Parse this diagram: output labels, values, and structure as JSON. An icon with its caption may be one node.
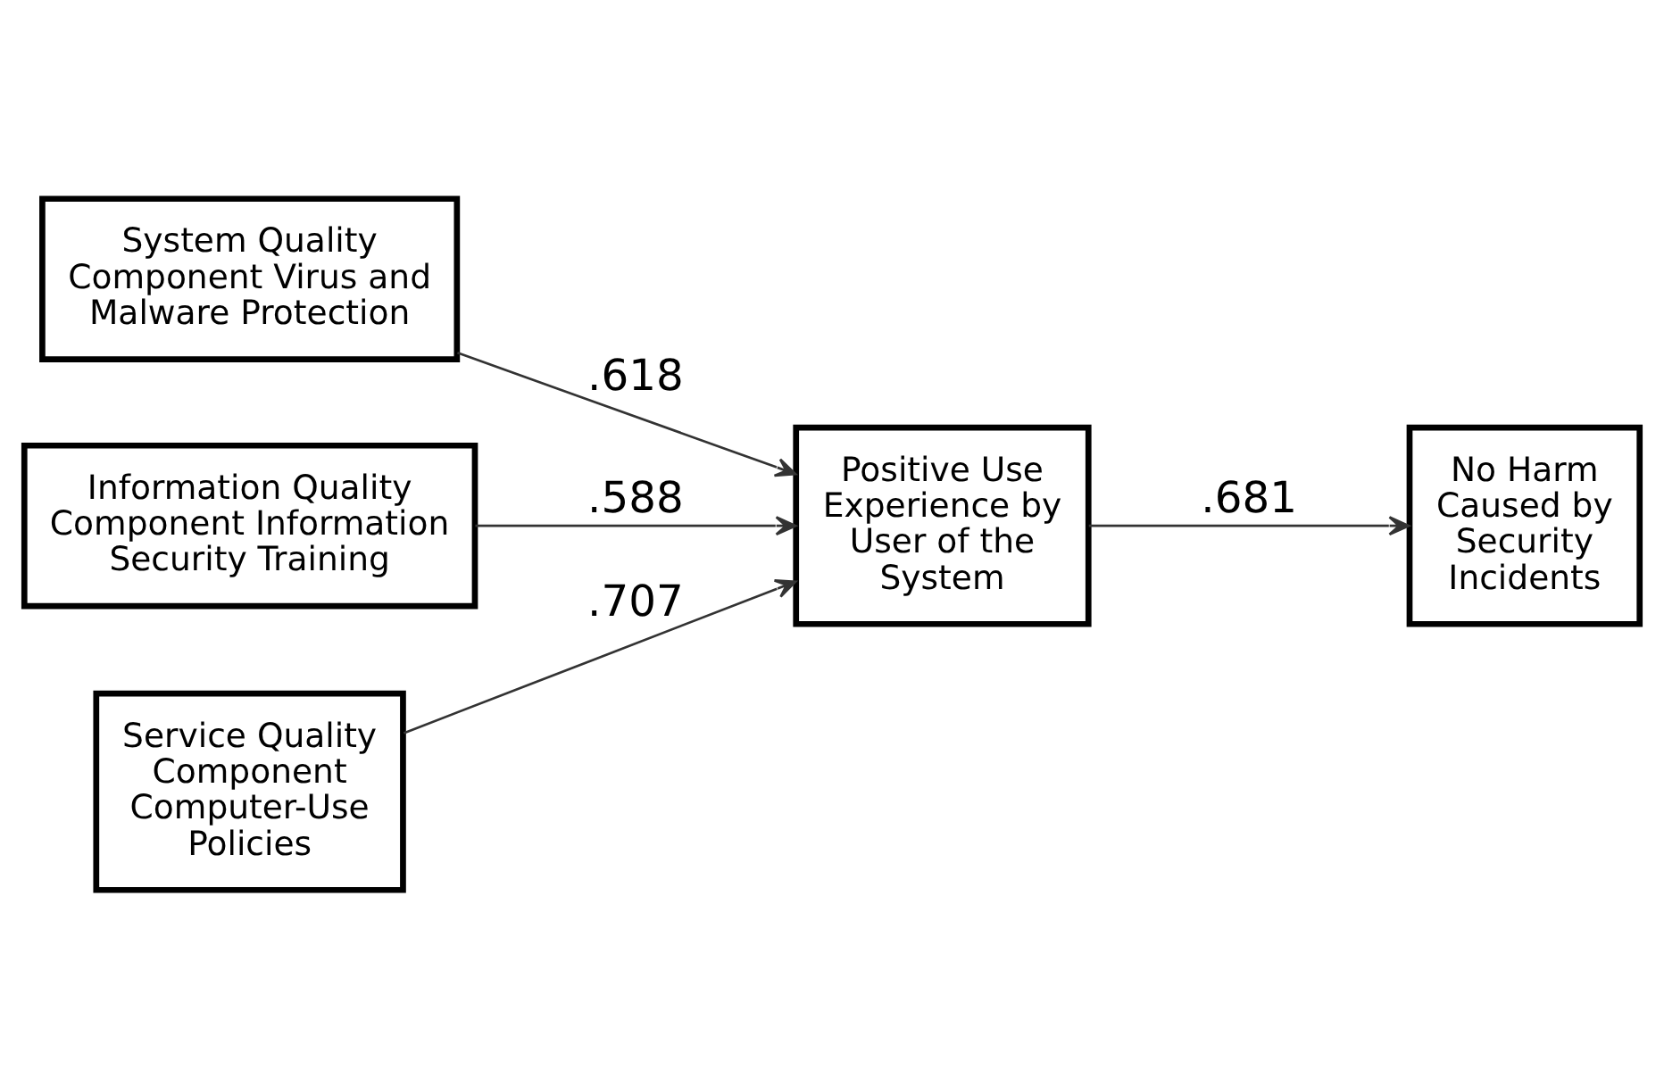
{
  "diagram": {
    "nodes": [
      {
        "text": [
          "System Quality Component Virus and Malware Protection"
        ]
      },
      {
        "text": [
          "Information Quality Component Information Security Training"
        ]
      },
      {
        "text": [
          "Service Quality Component Computer-Use Policies"
        ]
      },
      {
        "text": [
          "Positive Use Experience by User of the System"
        ]
      },
      {
        "text": [
          "No Harm Caused by Security Incidents"
        ]
      }
    ],
    "edges": [
      {
        "from": 0,
        "to": 3,
        "arrow": "to",
        "label": ".618"
      },
      {
        "from": 1,
        "to": 3,
        "arrow": "to",
        "label": ".588"
      },
      {
        "from": 2,
        "to": 3,
        "arrow": "to",
        "label": ".707"
      },
      {
        "from": 3,
        "to": 4,
        "arrow": "to",
        "label": ".681"
      }
    ]
  }
}
